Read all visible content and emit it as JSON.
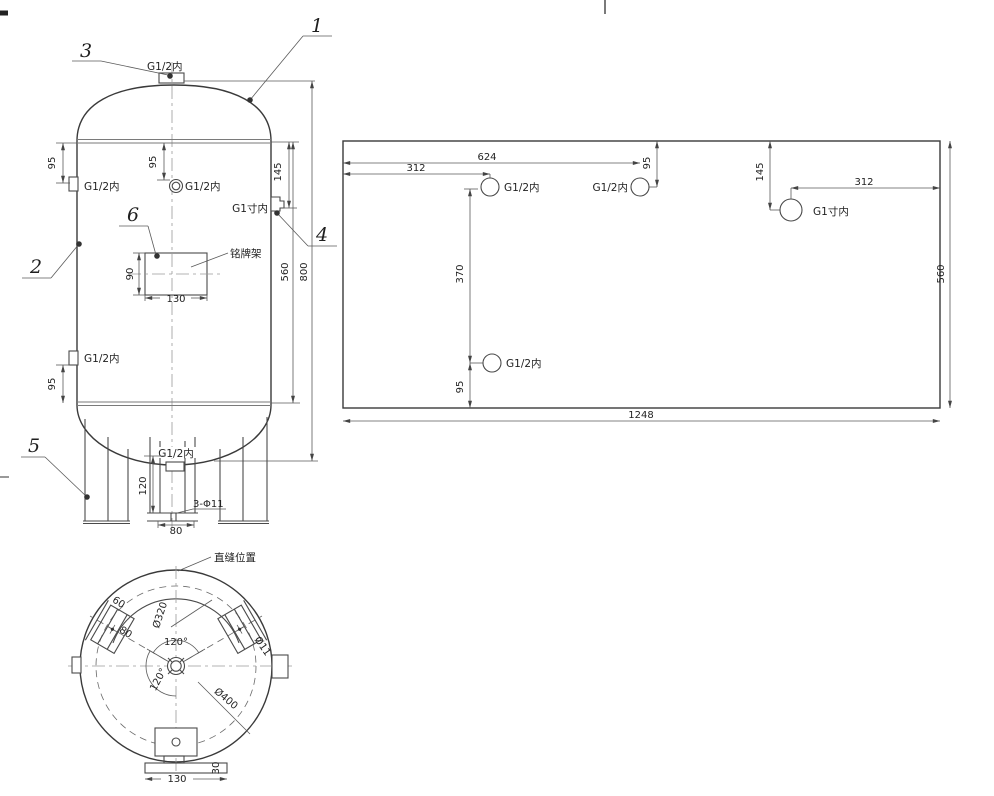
{
  "drawing_type": "pressure-vessel-fabrication-drawing",
  "colors": {
    "line": "#4a4a4a",
    "dim": "#5a5a5a",
    "centerline": "#9a9a9a",
    "background": "#ffffff"
  },
  "front": {
    "balloon_1": "1",
    "balloon_2": "2",
    "balloon_3": "3",
    "balloon_4": "4",
    "balloon_5": "5",
    "balloon_6": "6",
    "top_nozzle_label": "G1/2内",
    "upper_left_nozzle_label": "G1/2内",
    "center_nozzle_label": "G1/2内",
    "right_nozzle_label": "G1寸内",
    "lower_left_nozzle_label": "G1/2内",
    "bottom_nozzle_label": "G1/2内",
    "nameplate_label": "铭牌架",
    "dim_upper_left_95": "95",
    "dim_center_95": "95",
    "dim_right_145": "145",
    "dim_lower_left_95": "95",
    "dim_nameplate_height": "90",
    "dim_nameplate_width": "130",
    "dim_shell_560": "560",
    "dim_overall_800": "800",
    "dim_leg_120": "120",
    "dim_holes": "3-Φ11",
    "dim_hole_span_80": "80"
  },
  "developed": {
    "dim_624": "624",
    "dim_312_left": "312",
    "dim_95_top": "95",
    "nozzle_1_label": "G1/2内",
    "nozzle_2_label": "G1/2内",
    "nozzle_3_label": "G1/2内",
    "nozzle_4_label": "G1寸内",
    "dim_370": "370",
    "dim_95_bottom": "95",
    "dim_145": "145",
    "dim_312_right": "312",
    "dim_560": "560",
    "dim_1248": "1248"
  },
  "bottom": {
    "seam_label": "直缝位置",
    "dim_pad_60": "60",
    "dim_pad_80": "80",
    "dim_phi320": "Ø320",
    "dim_phi400": "Ø400",
    "dim_phi11": "Ø11",
    "dim_angle_top": "120°",
    "dim_angle_left": "120°",
    "dim_base_width": "130",
    "dim_base_height": "30"
  }
}
